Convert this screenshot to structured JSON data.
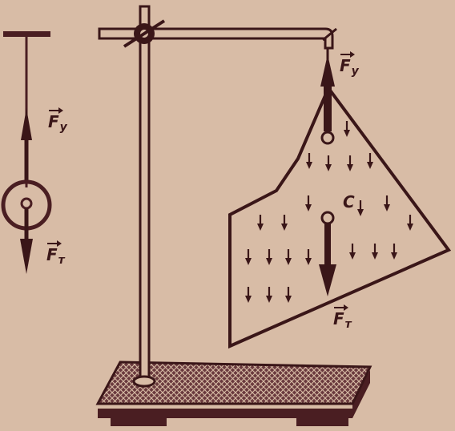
{
  "labels": {
    "fy_left": {
      "main": "F",
      "sub": "y"
    },
    "ft_left": {
      "main": "F",
      "sub": "т"
    },
    "fy_right": {
      "main": "F",
      "sub": "y"
    },
    "center_c": "C",
    "ft_right": {
      "main": "F",
      "sub": "т"
    }
  },
  "colors": {
    "background": "#d8bca6",
    "ink": "#3a1618"
  },
  "icons": [
    "plumb-bob",
    "lab-stand",
    "suspended-plate",
    "force-arrow"
  ]
}
